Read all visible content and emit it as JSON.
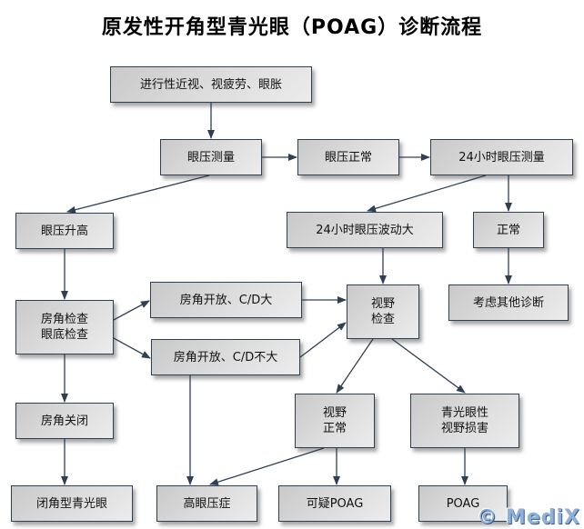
{
  "title": "原发性开角型青光眼（POAG）诊断流程",
  "nodes": {
    "symptoms": "进行性近视、视疲劳、眼胀",
    "iop_measure": "眼压测量",
    "iop_normal": "眼压正常",
    "iop_24h": "24小时眼压测量",
    "iop_high": "眼压升高",
    "iop_24h_fluct": "24小时眼压波动大",
    "normal": "正常",
    "angle_fundus_exam": "房角检查\n眼底检查",
    "angle_open_cd_large": "房角开放、C/D大",
    "angle_open_cd_not_large": "房角开放、C/D不大",
    "visual_field_exam": "视野\n检查",
    "other_diagnosis": "考虑其他诊断",
    "angle_closed": "房角关闭",
    "vf_normal": "视野\n正常",
    "glaucomatous_vf_damage": "青光眼性\n视野损害",
    "angle_closure_glaucoma": "闭角型青光眼",
    "ocular_hypertension": "高眼压症",
    "suspect_poag": "可疑POAG",
    "poag": "POAG"
  },
  "watermark": "© MediX",
  "colors": {
    "edge": "#2f4054",
    "border": "#2f4054"
  }
}
